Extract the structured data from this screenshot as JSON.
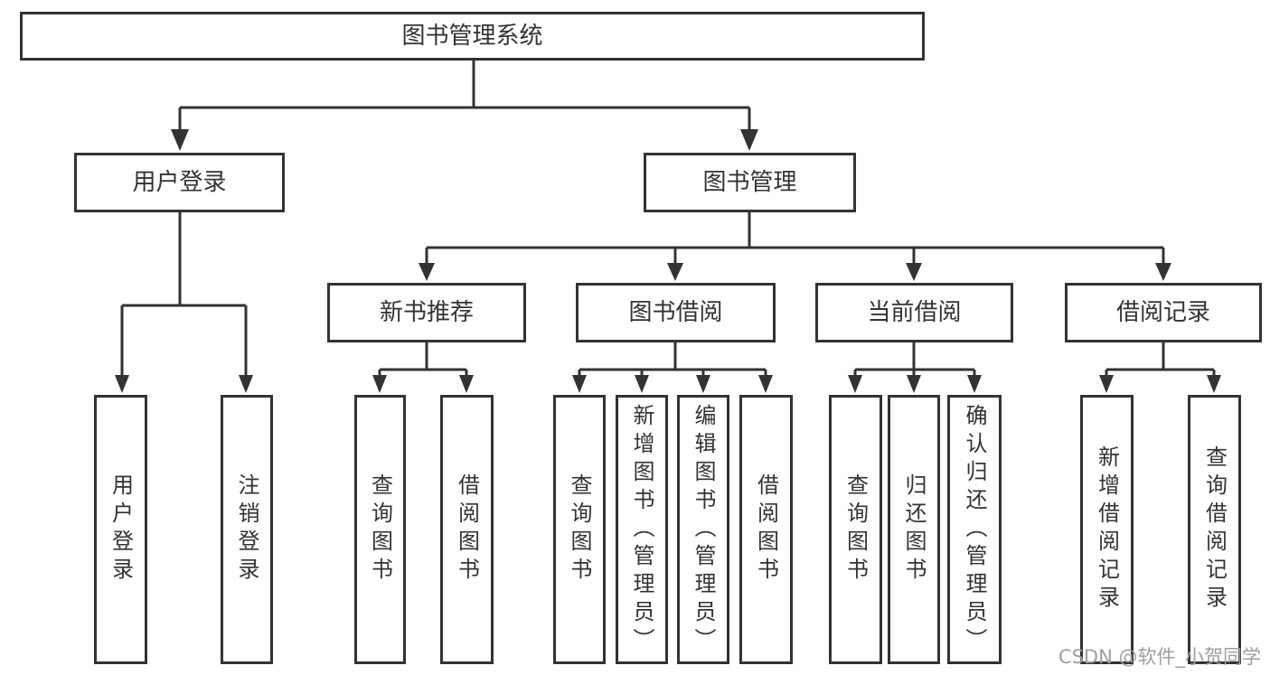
{
  "page": {
    "watermark": "CSDN @软件_小贺同学"
  },
  "colors": {
    "line": "#333333",
    "box_border": "#333333",
    "box_fill": "#ffffff",
    "text": "#333333",
    "watermark": "#9e9e9e",
    "background": "#ffffff"
  },
  "diagram": {
    "root": "图书管理系统",
    "nodes": {
      "user_login": {
        "label": "用户登录",
        "leaves": [
          "用户登录",
          "注销登录"
        ]
      },
      "book_mgmt": {
        "label": "图书管理",
        "children": {
          "new_book_rec": {
            "label": "新书推荐",
            "leaves": [
              "查询图书",
              "借阅图书"
            ]
          },
          "book_borrow": {
            "label": "图书借阅",
            "leaves": [
              "查询图书",
              "新增图书（管理员）",
              "编辑图书（管理员）",
              "借阅图书"
            ]
          },
          "current_borrow": {
            "label": "当前借阅",
            "leaves": [
              "查询图书",
              "归还图书",
              "确认归还（管理员）"
            ]
          },
          "borrow_records": {
            "label": "借阅记录",
            "leaves": [
              "新增借阅记录",
              "查询借阅记录"
            ]
          }
        }
      }
    }
  }
}
